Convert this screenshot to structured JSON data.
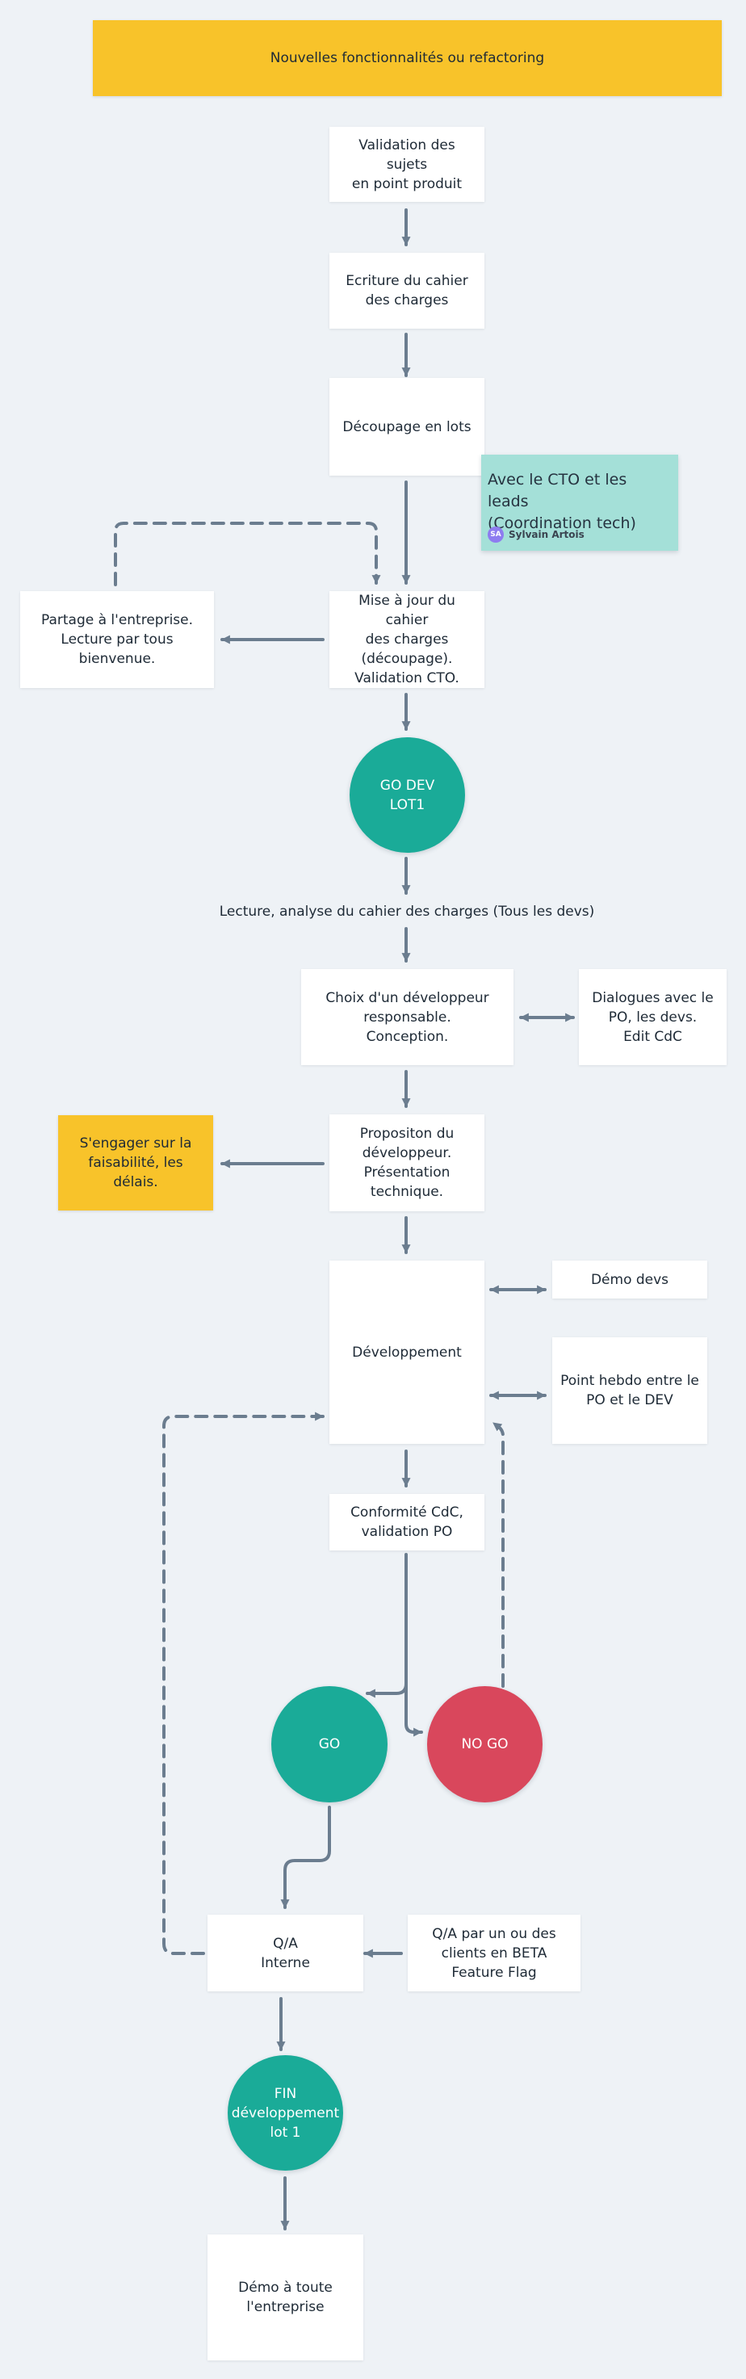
{
  "colors": {
    "background": "#eef2f6",
    "connector": "#6b7d8f",
    "yellow": "#f8c32a",
    "teal": "#1aab98",
    "red": "#d9475c",
    "sticky": "#a4e0d8",
    "avatar": "#8e7cf0"
  },
  "header": {
    "title": "Nouvelles fonctionnalités ou refactoring"
  },
  "nodes": {
    "validation": "Validation des sujets\nen point produit",
    "ecriture": "Ecriture du cahier\ndes charges",
    "decoupage": "Découpage en lots",
    "mise_a_jour": "Mise à jour du cahier\ndes charges\n(découpage).\nValidation CTO.",
    "partage": "Partage à l'entreprise.\nLecture par tous bienvenue.",
    "go_dev": "GO DEV\nLOT1",
    "lecture": "Lecture, analyse du cahier des charges (Tous les devs)",
    "choix": "Choix d'un développeur\nresponsable.\nConception.",
    "dialogues": "Dialogues avec le\nPO, les devs.\nEdit CdC",
    "proposition": "Propositon du\ndéveloppeur.\nPrésentation\ntechnique.",
    "engager": "S'engager sur la\nfaisabilité, les délais.",
    "developpement": "Développement",
    "demo_devs": "Démo devs",
    "point_hebdo": "Point hebdo entre le\nPO et le DEV",
    "conformite": "Conformité CdC,\nvalidation PO",
    "go": "GO",
    "no_go": "NO GO",
    "qa_interne": "Q/A\nInterne",
    "qa_clients": "Q/A par un ou des\nclients en BETA\nFeature Flag",
    "fin": "FIN\ndéveloppement\nlot 1",
    "demo_entreprise": "Démo à toute\nl'entreprise"
  },
  "sticky_note": {
    "text": "Avec le CTO et les leads\n(Coordination tech)",
    "author_initials": "SA",
    "author_name": "Sylvain Artois"
  }
}
